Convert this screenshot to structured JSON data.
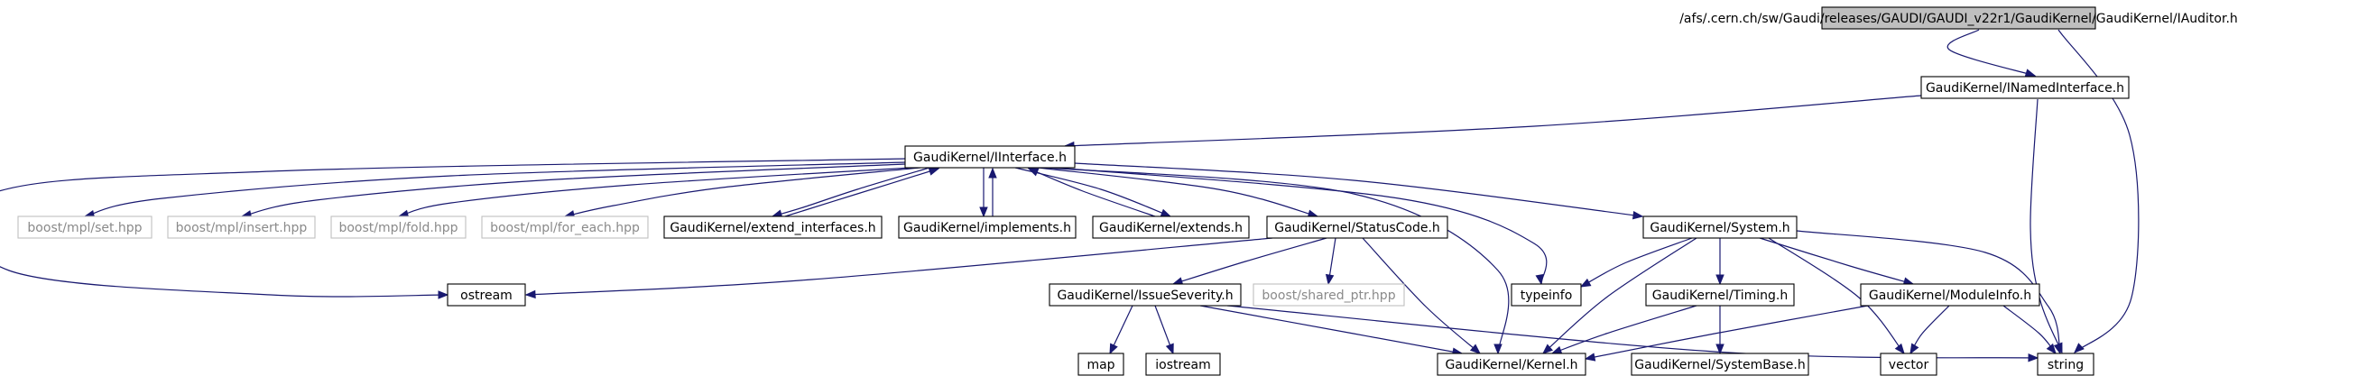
{
  "diagram": {
    "colors": {
      "edge": "#191970",
      "root_fill": "#bfbfbf",
      "missing_border": "#bfbfbf",
      "missing_text": "#8a8a8a"
    },
    "nodes": [
      {
        "id": "iauditor",
        "label": "/afs/.cern.ch/sw/Gaudi/releases/GAUDI/GAUDI_v22r1/GaudiKernel/GaudiKernel/IAuditor.h",
        "kind": "root"
      },
      {
        "id": "inamedinterface",
        "label": "GaudiKernel/INamedInterface.h",
        "kind": "file"
      },
      {
        "id": "iinterface",
        "label": "GaudiKernel/IInterface.h",
        "kind": "file"
      },
      {
        "id": "mpl_set",
        "label": "boost/mpl/set.hpp",
        "kind": "missing"
      },
      {
        "id": "mpl_insert",
        "label": "boost/mpl/insert.hpp",
        "kind": "missing"
      },
      {
        "id": "mpl_fold",
        "label": "boost/mpl/fold.hpp",
        "kind": "missing"
      },
      {
        "id": "mpl_for_each",
        "label": "boost/mpl/for_each.hpp",
        "kind": "missing"
      },
      {
        "id": "extend_interfaces",
        "label": "GaudiKernel/extend_interfaces.h",
        "kind": "file"
      },
      {
        "id": "implements",
        "label": "GaudiKernel/implements.h",
        "kind": "file"
      },
      {
        "id": "extends",
        "label": "GaudiKernel/extends.h",
        "kind": "file"
      },
      {
        "id": "statuscode",
        "label": "GaudiKernel/StatusCode.h",
        "kind": "file"
      },
      {
        "id": "system",
        "label": "GaudiKernel/System.h",
        "kind": "file"
      },
      {
        "id": "ostream",
        "label": "ostream",
        "kind": "file"
      },
      {
        "id": "issueseverity",
        "label": "GaudiKernel/IssueSeverity.h",
        "kind": "file"
      },
      {
        "id": "shared_ptr",
        "label": "boost/shared_ptr.hpp",
        "kind": "missing"
      },
      {
        "id": "typeinfo",
        "label": "typeinfo",
        "kind": "file"
      },
      {
        "id": "timing",
        "label": "GaudiKernel/Timing.h",
        "kind": "file"
      },
      {
        "id": "moduleinfo",
        "label": "GaudiKernel/ModuleInfo.h",
        "kind": "file"
      },
      {
        "id": "map",
        "label": "map",
        "kind": "file"
      },
      {
        "id": "iostream",
        "label": "iostream",
        "kind": "file"
      },
      {
        "id": "kernel",
        "label": "GaudiKernel/Kernel.h",
        "kind": "file"
      },
      {
        "id": "systembase",
        "label": "GaudiKernel/SystemBase.h",
        "kind": "file"
      },
      {
        "id": "vector",
        "label": "vector",
        "kind": "file"
      },
      {
        "id": "string",
        "label": "string",
        "kind": "file"
      }
    ],
    "edges": [
      [
        "iauditor",
        "inamedinterface"
      ],
      [
        "iauditor",
        "string"
      ],
      [
        "inamedinterface",
        "iinterface"
      ],
      [
        "inamedinterface",
        "string"
      ],
      [
        "iinterface",
        "mpl_set"
      ],
      [
        "iinterface",
        "mpl_insert"
      ],
      [
        "iinterface",
        "mpl_fold"
      ],
      [
        "iinterface",
        "mpl_for_each"
      ],
      [
        "iinterface",
        "extend_interfaces"
      ],
      [
        "extend_interfaces",
        "iinterface"
      ],
      [
        "iinterface",
        "implements"
      ],
      [
        "implements",
        "iinterface"
      ],
      [
        "iinterface",
        "extends"
      ],
      [
        "extends",
        "iinterface"
      ],
      [
        "iinterface",
        "statuscode"
      ],
      [
        "iinterface",
        "system"
      ],
      [
        "iinterface",
        "ostream"
      ],
      [
        "iinterface",
        "typeinfo"
      ],
      [
        "iinterface",
        "kernel"
      ],
      [
        "statuscode",
        "ostream"
      ],
      [
        "statuscode",
        "issueseverity"
      ],
      [
        "statuscode",
        "shared_ptr"
      ],
      [
        "statuscode",
        "kernel"
      ],
      [
        "issueseverity",
        "map"
      ],
      [
        "issueseverity",
        "iostream"
      ],
      [
        "issueseverity",
        "kernel"
      ],
      [
        "issueseverity",
        "string"
      ],
      [
        "system",
        "typeinfo"
      ],
      [
        "system",
        "timing"
      ],
      [
        "system",
        "moduleinfo"
      ],
      [
        "system",
        "kernel"
      ],
      [
        "system",
        "vector"
      ],
      [
        "system",
        "string"
      ],
      [
        "timing",
        "kernel"
      ],
      [
        "timing",
        "systembase"
      ],
      [
        "moduleinfo",
        "kernel"
      ],
      [
        "moduleinfo",
        "vector"
      ],
      [
        "moduleinfo",
        "string"
      ]
    ]
  }
}
